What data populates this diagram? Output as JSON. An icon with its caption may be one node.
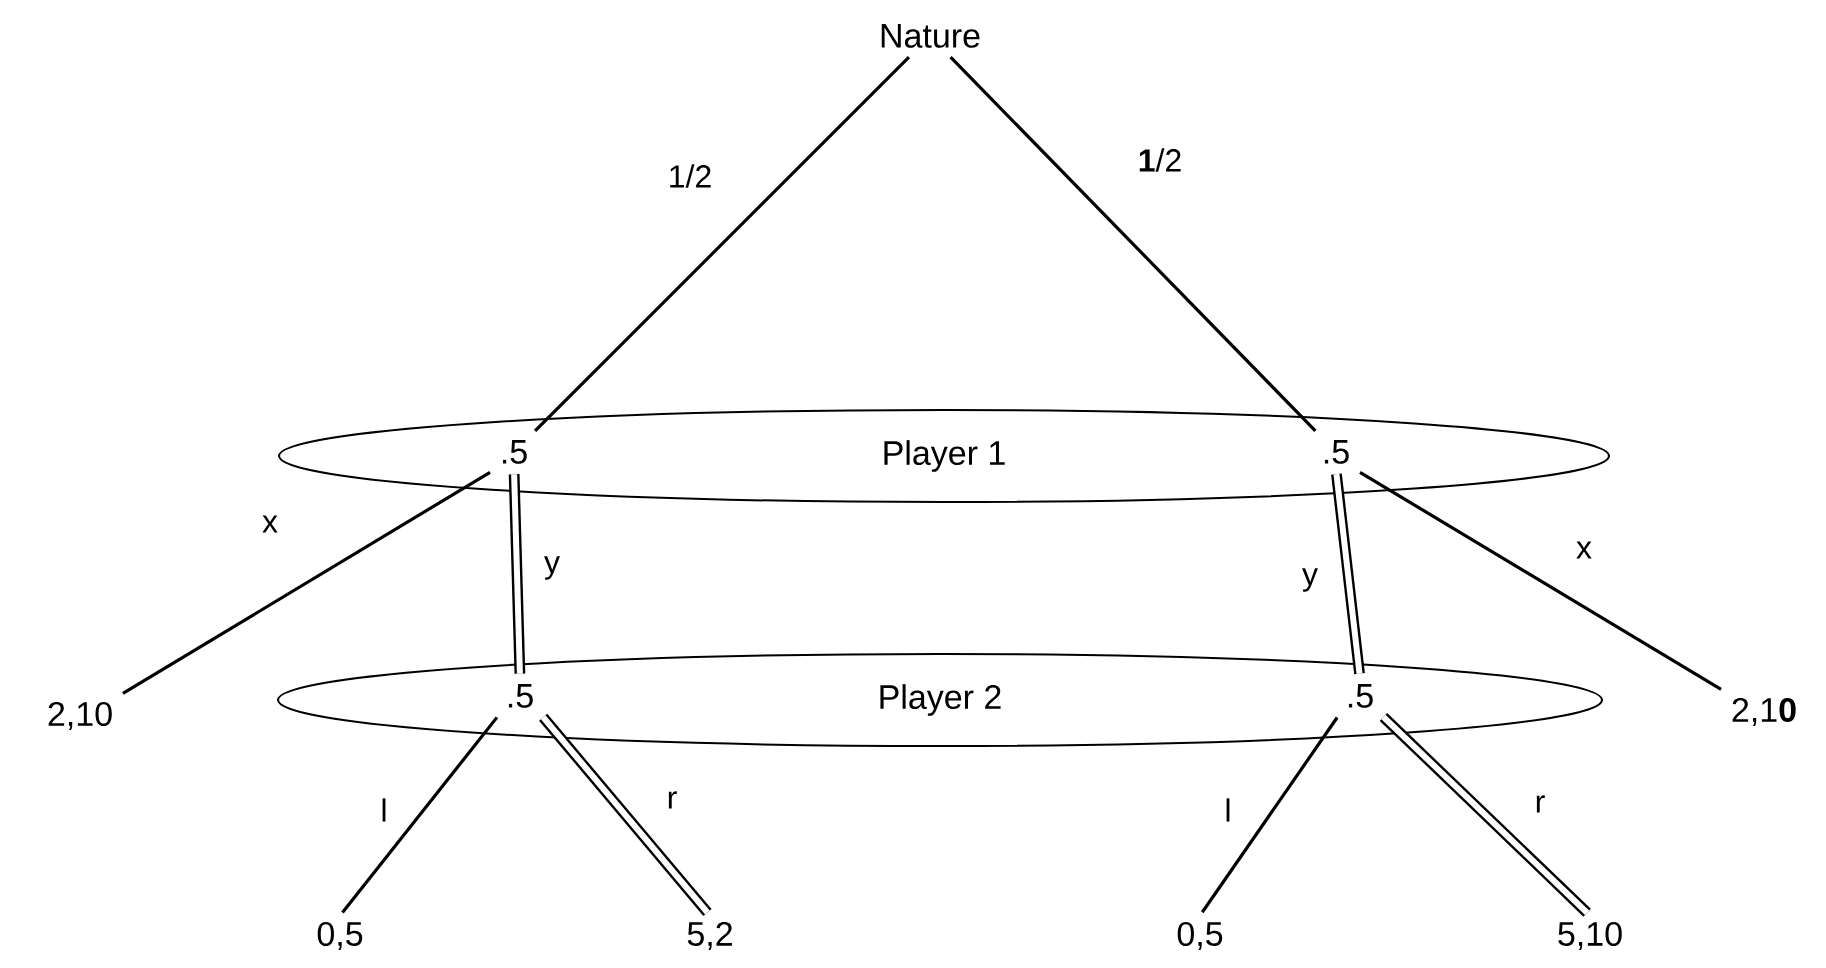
{
  "diagram": {
    "nodes": [
      {
        "text": [
          "Nature"
        ]
      },
      {
        "text": [
          "Player 1"
        ]
      },
      {
        "text": [
          ".5"
        ],
        "in": 1
      },
      {
        "text": [
          ".5"
        ],
        "in": 1
      },
      {
        "text": [
          "Player 2"
        ]
      },
      {
        "text": [
          ".5"
        ],
        "in": 4
      },
      {
        "text": [
          ".5"
        ],
        "in": 4
      },
      {
        "text": [
          "2,10"
        ]
      },
      {
        "text": [
          "2,1**0**"
        ]
      },
      {
        "text": [
          "0,5"
        ]
      },
      {
        "text": [
          "5,2"
        ]
      },
      {
        "text": [
          "0,5"
        ]
      },
      {
        "text": [
          "5,10"
        ]
      }
    ],
    "edges": [
      {
        "from": 0,
        "to": 2,
        "arrow": "none",
        "label": "1/2"
      },
      {
        "from": 0,
        "to": 3,
        "arrow": "none",
        "label": "**1**/2"
      },
      {
        "from": 2,
        "to": 7,
        "arrow": "none",
        "label": "x"
      },
      {
        "from": 2,
        "to": 5,
        "arrow": "none",
        "label": "y",
        "style": "thick"
      },
      {
        "from": 3,
        "to": 6,
        "arrow": "none",
        "label": "y",
        "style": "thick"
      },
      {
        "from": 3,
        "to": 8,
        "arrow": "none",
        "label": "x"
      },
      {
        "from": 5,
        "to": 9,
        "arrow": "none",
        "label": "l"
      },
      {
        "from": 5,
        "to": 10,
        "arrow": "none",
        "label": "r",
        "style": "thick"
      },
      {
        "from": 6,
        "to": 11,
        "arrow": "none",
        "label": "l"
      },
      {
        "from": 6,
        "to": 12,
        "arrow": "none",
        "label": "r",
        "style": "thick"
      }
    ]
  }
}
